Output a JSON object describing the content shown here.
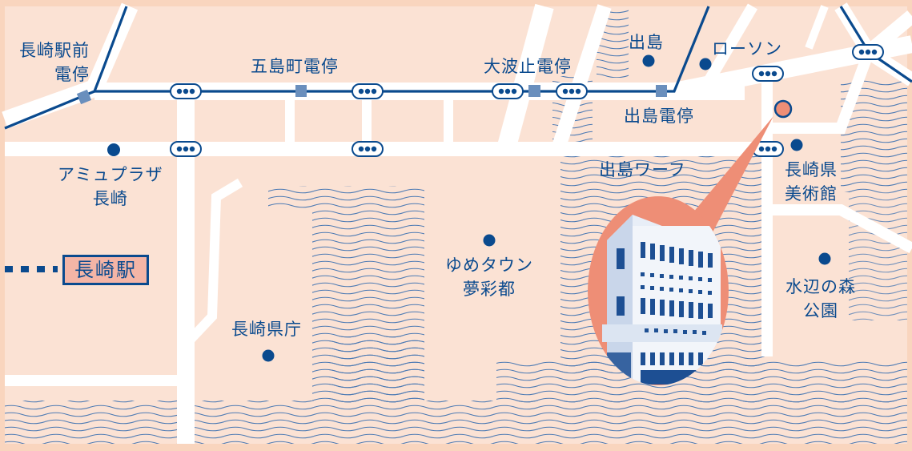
{
  "colors": {
    "border": "#f9d5be",
    "land": "#fbe2d4",
    "road": "#ffffff",
    "tram": "#0a4a8e",
    "stop_square": "#6a8fbd",
    "text": "#0a4a8e",
    "highlight": "#ee8e76",
    "water_line": "#4b79b3"
  },
  "station": {
    "label": "長崎駅"
  },
  "tram_stops": [
    {
      "id": "nagasaki-ekimae",
      "label": "長崎駅前\n電停",
      "line1": "長崎駅前",
      "line2": "電停"
    },
    {
      "id": "gotomachi",
      "label": "五島町電停"
    },
    {
      "id": "ohato",
      "label": "大波止電停"
    },
    {
      "id": "dejima",
      "label": "出島電停"
    }
  ],
  "landmarks": [
    {
      "id": "amu-plaza",
      "line1": "アミュプラザ",
      "line2": "長崎"
    },
    {
      "id": "dejima",
      "line1": "出島"
    },
    {
      "id": "lawson",
      "line1": "ローソン"
    },
    {
      "id": "dejima-wharf",
      "line1": "出島ワーフ"
    },
    {
      "id": "art-museum",
      "line1": "長崎県",
      "line2": "美術館"
    },
    {
      "id": "youme-town",
      "line1": "ゆめタウン",
      "line2": "夢彩都"
    },
    {
      "id": "prefectural-office",
      "line1": "長崎県庁"
    },
    {
      "id": "mizube-park",
      "line1": "水辺の森",
      "line2": "公園"
    }
  ],
  "bus_stop_icon": "bus-stop-pill-icon",
  "destination_icon": "destination-pin-icon"
}
